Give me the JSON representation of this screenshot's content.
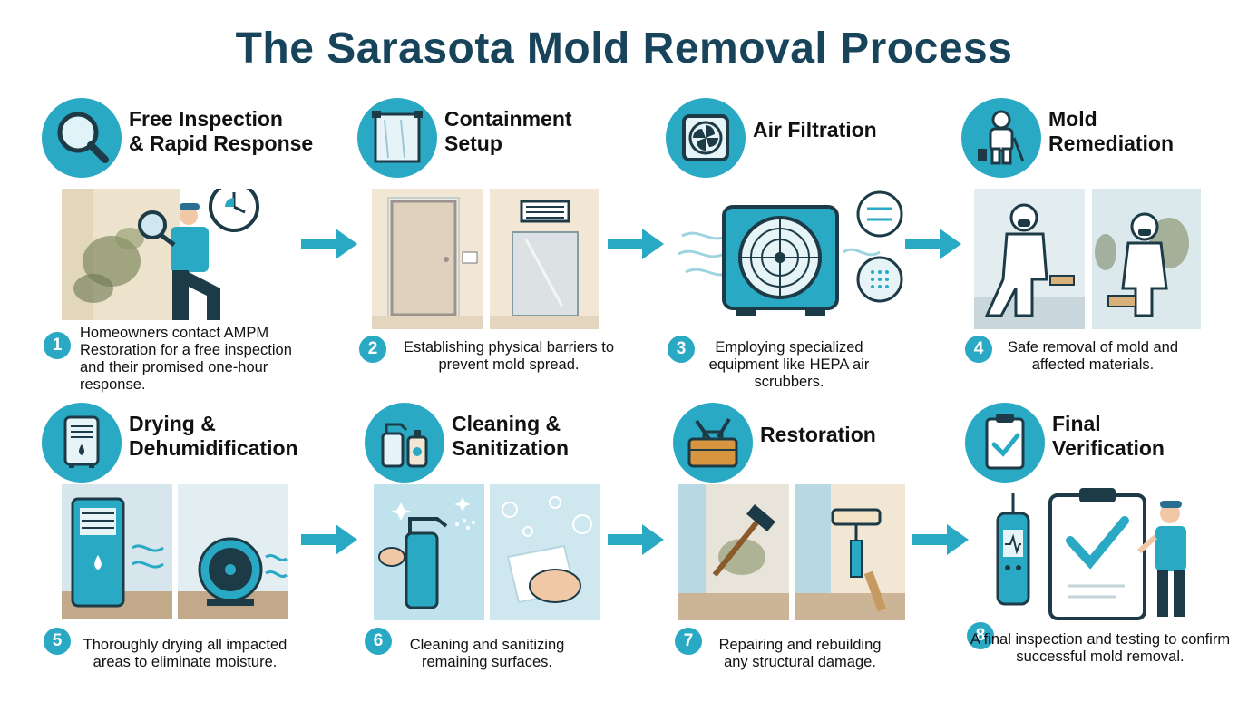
{
  "title": "The Sarasota Mold Removal Process",
  "colors": {
    "accent": "#2aa9c4",
    "title": "#17445a",
    "arrow": "#2aa9c4"
  },
  "steps": [
    {
      "number": "1",
      "title": "Free Inspection\n& Rapid Response",
      "icon": "magnifier-icon",
      "description": "Homeowners contact AMPM Restoration for a free inspection and their promised one-hour response."
    },
    {
      "number": "2",
      "title": "Containment\nSetup",
      "icon": "plastic-sheet-icon",
      "description": "Establishing physical barriers to prevent mold spread."
    },
    {
      "number": "3",
      "title": "Air Filtration",
      "icon": "fan-icon",
      "description": "Employing specialized equipment like HEPA air scrubbers."
    },
    {
      "number": "4",
      "title": "Mold\nRemediation",
      "icon": "hazmat-worker-icon",
      "description": "Safe removal of mold and affected materials."
    },
    {
      "number": "5",
      "title": "Drying &\nDehumidification",
      "icon": "dehumidifier-icon",
      "description": "Thoroughly drying all impacted areas to eliminate moisture."
    },
    {
      "number": "6",
      "title": "Cleaning &\nSanitization",
      "icon": "spray-bottle-icon",
      "description": "Cleaning and sanitizing remaining surfaces."
    },
    {
      "number": "7",
      "title": "Restoration",
      "icon": "toolbox-icon",
      "description": "Repairing and rebuilding any structural damage."
    },
    {
      "number": "8",
      "title": "Final\nVerification",
      "icon": "clipboard-check-icon",
      "description": "A final inspection and testing to confirm successful mold removal."
    }
  ]
}
